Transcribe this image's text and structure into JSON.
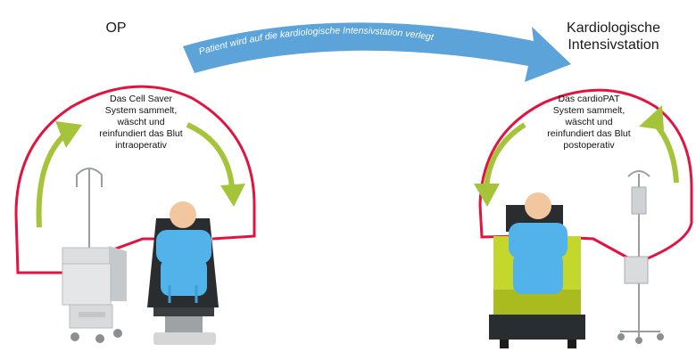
{
  "left": {
    "title": "OP",
    "description": [
      "Das Cell Saver",
      "System sammelt,",
      "wäscht und",
      "reinfundiert das Blut",
      "intraoperativ"
    ]
  },
  "right": {
    "title_lines": [
      "Kardiologische",
      "Intensivstation"
    ],
    "description": [
      "Das cardioPAT",
      "System sammelt,",
      "wäscht und",
      "reinfundiert das Blut",
      "postoperativ"
    ]
  },
  "transfer_arrow": {
    "label": "Patient wird auf die kardiologische Intensivstation verlegt"
  },
  "colors": {
    "loop_red": "#e2133f",
    "cycle_green": "#a6c43a",
    "transfer_blue": "#5ba3d9",
    "patient_blue": "#52b3ea",
    "skin": "#f2c7a0",
    "bed_green": "#c4d72c",
    "equipment_gray": "#d4d6d8"
  }
}
